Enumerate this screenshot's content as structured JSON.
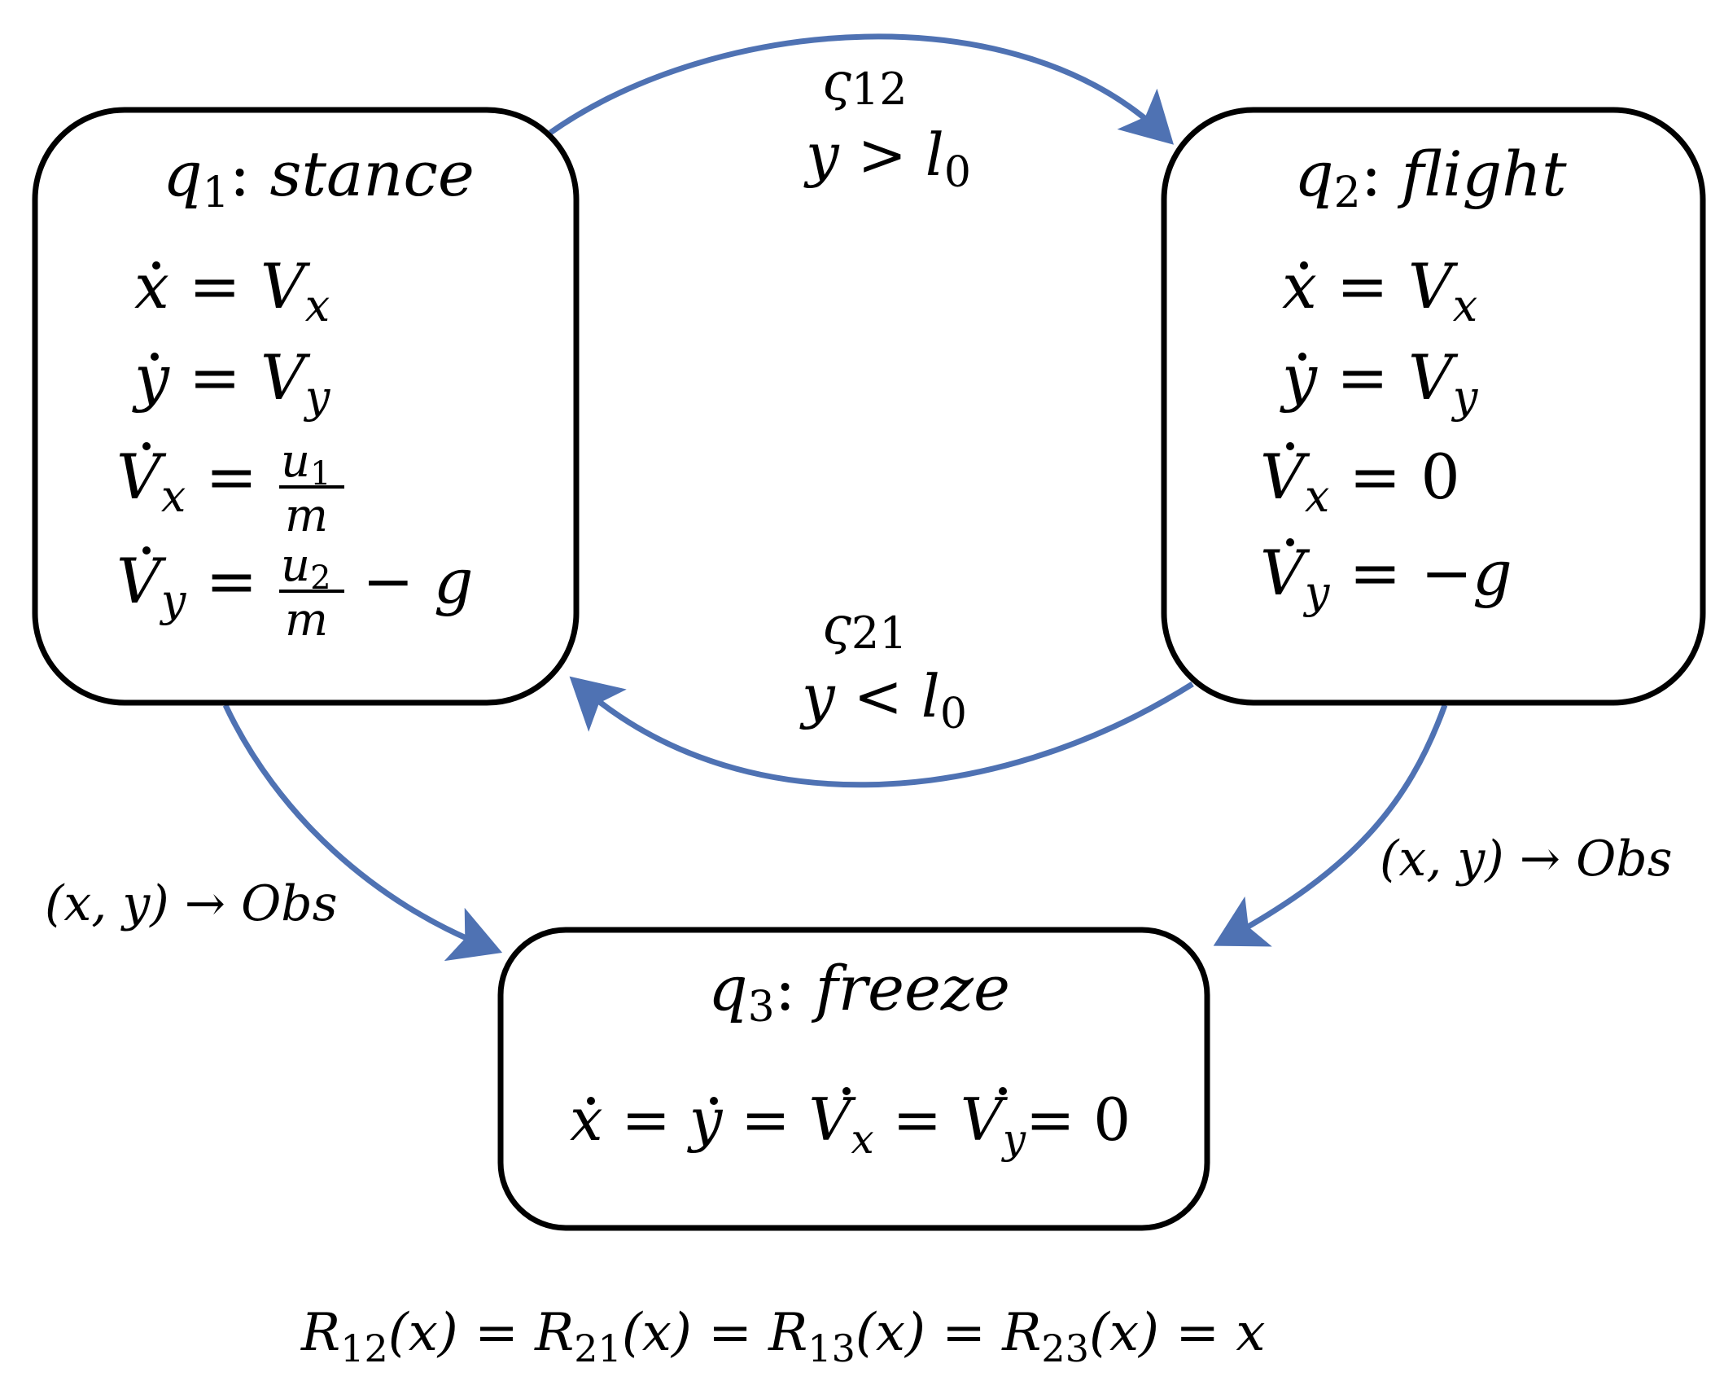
{
  "colors": {
    "edge": "#4f72b3",
    "box_border": "#000000",
    "text": "#000000"
  },
  "states": {
    "q1": {
      "name": "q",
      "index": "1",
      "label": "stance",
      "equations": [
        {
          "lhs": "x",
          "dot": true,
          "sub": "",
          "rhs": "V",
          "rhs_sub": "x",
          "extra": ""
        },
        {
          "lhs": "y",
          "dot": true,
          "sub": "",
          "rhs": "V",
          "rhs_sub": "y",
          "extra": ""
        },
        {
          "lhs": "V",
          "dot": true,
          "sub": "x",
          "frac_num": "u",
          "frac_num_sub": "1",
          "frac_den": "m",
          "extra": ""
        },
        {
          "lhs": "V",
          "dot": true,
          "sub": "y",
          "frac_num": "u",
          "frac_num_sub": "2",
          "frac_den": "m",
          "extra": "− g"
        }
      ]
    },
    "q2": {
      "name": "q",
      "index": "2",
      "label": "flight",
      "equations": [
        {
          "lhs": "x",
          "dot": true,
          "sub": "",
          "rhs": "V",
          "rhs_sub": "x"
        },
        {
          "lhs": "y",
          "dot": true,
          "sub": "",
          "rhs": "V",
          "rhs_sub": "y"
        },
        {
          "lhs": "V",
          "dot": true,
          "sub": "x",
          "rhs": "0",
          "rhs_sub": ""
        },
        {
          "lhs": "V",
          "dot": true,
          "sub": "y",
          "rhs": "−g",
          "rhs_sub": ""
        }
      ]
    },
    "q3": {
      "name": "q",
      "index": "3",
      "label": "freeze",
      "equation": "= 0"
    }
  },
  "transitions": {
    "t12": {
      "symbol": "ς",
      "index": "12",
      "guard_lhs": "y",
      "guard_op": ">",
      "guard_rhs": "l",
      "guard_rhs_sub": "0"
    },
    "t21": {
      "symbol": "ς",
      "index": "21",
      "guard_lhs": "y",
      "guard_op": "<",
      "guard_rhs": "l",
      "guard_rhs_sub": "0"
    },
    "t13": {
      "label": "(x, y) → Obs"
    },
    "t23": {
      "label": "(x, y) → Obs"
    }
  },
  "reset": {
    "terms": [
      {
        "name": "R",
        "sub": "12",
        "arg": "(x)"
      },
      {
        "name": "R",
        "sub": "21",
        "arg": "(x)"
      },
      {
        "name": "R",
        "sub": "13",
        "arg": "(x)"
      },
      {
        "name": "R",
        "sub": "23",
        "arg": "(x)"
      }
    ],
    "result": "x"
  }
}
